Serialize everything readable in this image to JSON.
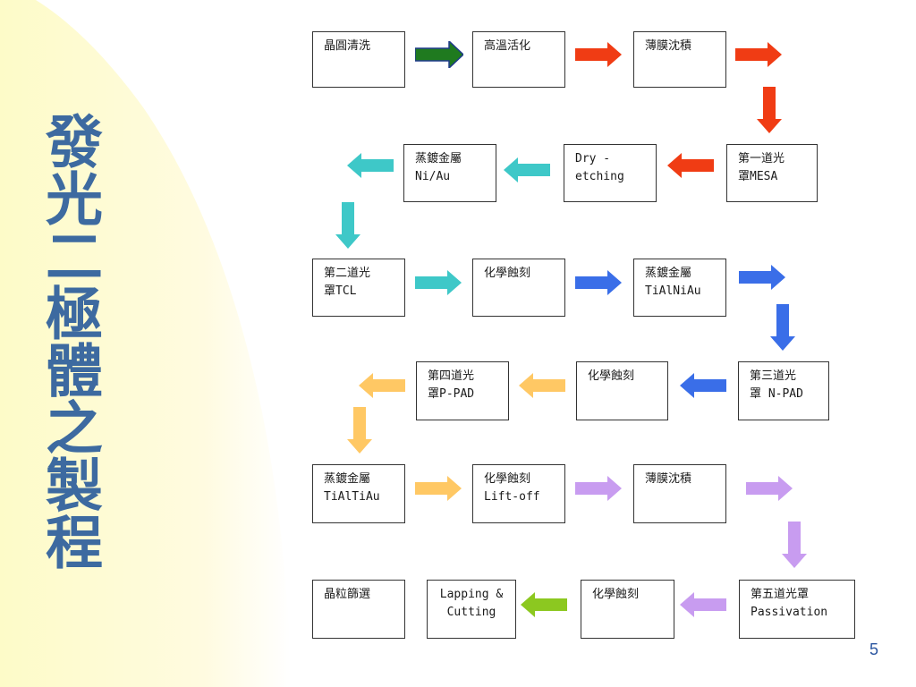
{
  "title": "發光二極體之製程",
  "page_number": "5",
  "colors": {
    "green": "#1f7a1f",
    "red": "#f03c14",
    "cyan": "#3ec8c8",
    "blue": "#3a6ee8",
    "orange": "#ffc864",
    "lavender": "#c89cf0",
    "lime": "#8cc820"
  },
  "steps": [
    {
      "id": "s1",
      "text": "晶圓清洗"
    },
    {
      "id": "s2",
      "text": "高溫活化"
    },
    {
      "id": "s3",
      "text": "薄膜沈積"
    },
    {
      "id": "s4",
      "text": "第一道光\n罩MESA"
    },
    {
      "id": "s5",
      "text": "Dry -\netching"
    },
    {
      "id": "s6",
      "text": "蒸鍍金屬\nNi/Au"
    },
    {
      "id": "s7",
      "text": "第二道光\n罩TCL"
    },
    {
      "id": "s8",
      "text": "化學蝕刻"
    },
    {
      "id": "s9",
      "text": "蒸鍍金屬\nTiAlNiAu"
    },
    {
      "id": "s10",
      "text": "第三道光\n罩 N-PAD"
    },
    {
      "id": "s11",
      "text": "化學蝕刻"
    },
    {
      "id": "s12",
      "text": "第四道光\n罩P-PAD"
    },
    {
      "id": "s13",
      "text": "蒸鍍金屬\nTiAlTiAu"
    },
    {
      "id": "s14",
      "text": "化學蝕刻\nLift-off"
    },
    {
      "id": "s15",
      "text": "薄膜沈積"
    },
    {
      "id": "s16",
      "text": "第五道光罩\nPassivation"
    },
    {
      "id": "s17",
      "text": "化學蝕刻"
    },
    {
      "id": "s18",
      "text": "Lapping &\nCutting"
    },
    {
      "id": "s19",
      "text": "晶粒篩選"
    }
  ],
  "arrows": [
    {
      "from": "s1",
      "to": "s2",
      "dir": "right",
      "color": "green"
    },
    {
      "from": "s2",
      "to": "s3",
      "dir": "right",
      "color": "red"
    },
    {
      "from": "s3",
      "to": "s4",
      "dir": "right",
      "color": "red"
    },
    {
      "from": "s3",
      "to": "s4",
      "dir": "down",
      "color": "red"
    },
    {
      "from": "s4",
      "to": "s5",
      "dir": "left",
      "color": "red"
    },
    {
      "from": "s5",
      "to": "s6",
      "dir": "left",
      "color": "cyan"
    },
    {
      "from": "s6",
      "to": "s7",
      "dir": "left",
      "color": "cyan"
    },
    {
      "from": "s6",
      "to": "s7",
      "dir": "down",
      "color": "cyan"
    },
    {
      "from": "s7",
      "to": "s8",
      "dir": "right",
      "color": "cyan"
    },
    {
      "from": "s8",
      "to": "s9",
      "dir": "right",
      "color": "blue"
    },
    {
      "from": "s9",
      "to": "s10",
      "dir": "right",
      "color": "blue"
    },
    {
      "from": "s9",
      "to": "s10",
      "dir": "down",
      "color": "blue"
    },
    {
      "from": "s10",
      "to": "s11",
      "dir": "left",
      "color": "blue"
    },
    {
      "from": "s11",
      "to": "s12",
      "dir": "left",
      "color": "orange"
    },
    {
      "from": "s12",
      "to": "s13",
      "dir": "left",
      "color": "orange"
    },
    {
      "from": "s12",
      "to": "s13",
      "dir": "down",
      "color": "orange"
    },
    {
      "from": "s13",
      "to": "s14",
      "dir": "right",
      "color": "orange"
    },
    {
      "from": "s14",
      "to": "s15",
      "dir": "right",
      "color": "lavender"
    },
    {
      "from": "s15",
      "to": "s16",
      "dir": "right",
      "color": "lavender"
    },
    {
      "from": "s15",
      "to": "s16",
      "dir": "down",
      "color": "lavender"
    },
    {
      "from": "s16",
      "to": "s17",
      "dir": "left",
      "color": "lavender"
    },
    {
      "from": "s17",
      "to": "s18",
      "dir": "left",
      "color": "lime"
    }
  ]
}
